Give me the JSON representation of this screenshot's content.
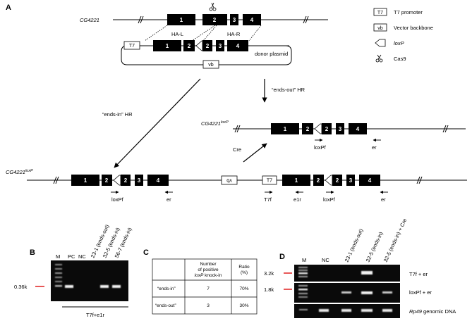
{
  "panels": {
    "a": "A",
    "b": "B",
    "c": "C",
    "d": "D"
  },
  "gene": {
    "name": "CG4221",
    "exons": [
      "1",
      "2",
      "3",
      "4"
    ],
    "ha_left": "HA-L",
    "ha_right": "HA-R",
    "donor_plasmid": "donor plasmid",
    "vb_box": "vb",
    "t7_box": "T7",
    "qa_box": "qʌ"
  },
  "legend": {
    "items": [
      {
        "symbol": "T7",
        "label": "T7 promoter"
      },
      {
        "symbol": "vb",
        "label": "Vector backbone"
      },
      {
        "symbol": "loxp-shape",
        "label": "loxP"
      },
      {
        "symbol": "scissors",
        "label": "Cas9"
      }
    ]
  },
  "routes": {
    "ends_out": "“ends-out” HR",
    "ends_in": "“ends-in” HR",
    "cre": "Cre"
  },
  "alleles": {
    "base": "CG4221",
    "sup": "loxP"
  },
  "primers": {
    "loxpf": "loxPf",
    "er": "er",
    "t7f": "T7f",
    "e1r": "e1r"
  },
  "gel_b": {
    "lanes": [
      "M",
      "PC",
      "NC",
      "23-1 (ends-out)",
      "32-5 (ends-in)",
      "56-7 (ends-in)"
    ],
    "size_marker": "0.36k",
    "primer_pair": "T7f+e1r"
  },
  "table_c": {
    "headers": [
      "",
      "Number of positive loxP knock-in",
      "Ratio (%)"
    ],
    "rows": [
      [
        "“ends-in”",
        "7",
        "70%"
      ],
      [
        "“ends-out”",
        "3",
        "30%"
      ]
    ]
  },
  "gel_d": {
    "lanes": [
      "M",
      "NC",
      "23-1 (ends-out)",
      "32-5 (ends-in)",
      "32-5 (ends-in) + Cre"
    ],
    "rows": [
      {
        "marker": "3.2k",
        "label": "T7f + er"
      },
      {
        "marker": "1.8k",
        "label": "loxPf + er"
      },
      {
        "marker": "",
        "label": "Rp49 genomic DNA"
      }
    ]
  },
  "colors": {
    "exon": "#000000",
    "marker_line": "#e02020",
    "gel_bg": "#0a0a0a",
    "band": "#f2f2f2"
  }
}
